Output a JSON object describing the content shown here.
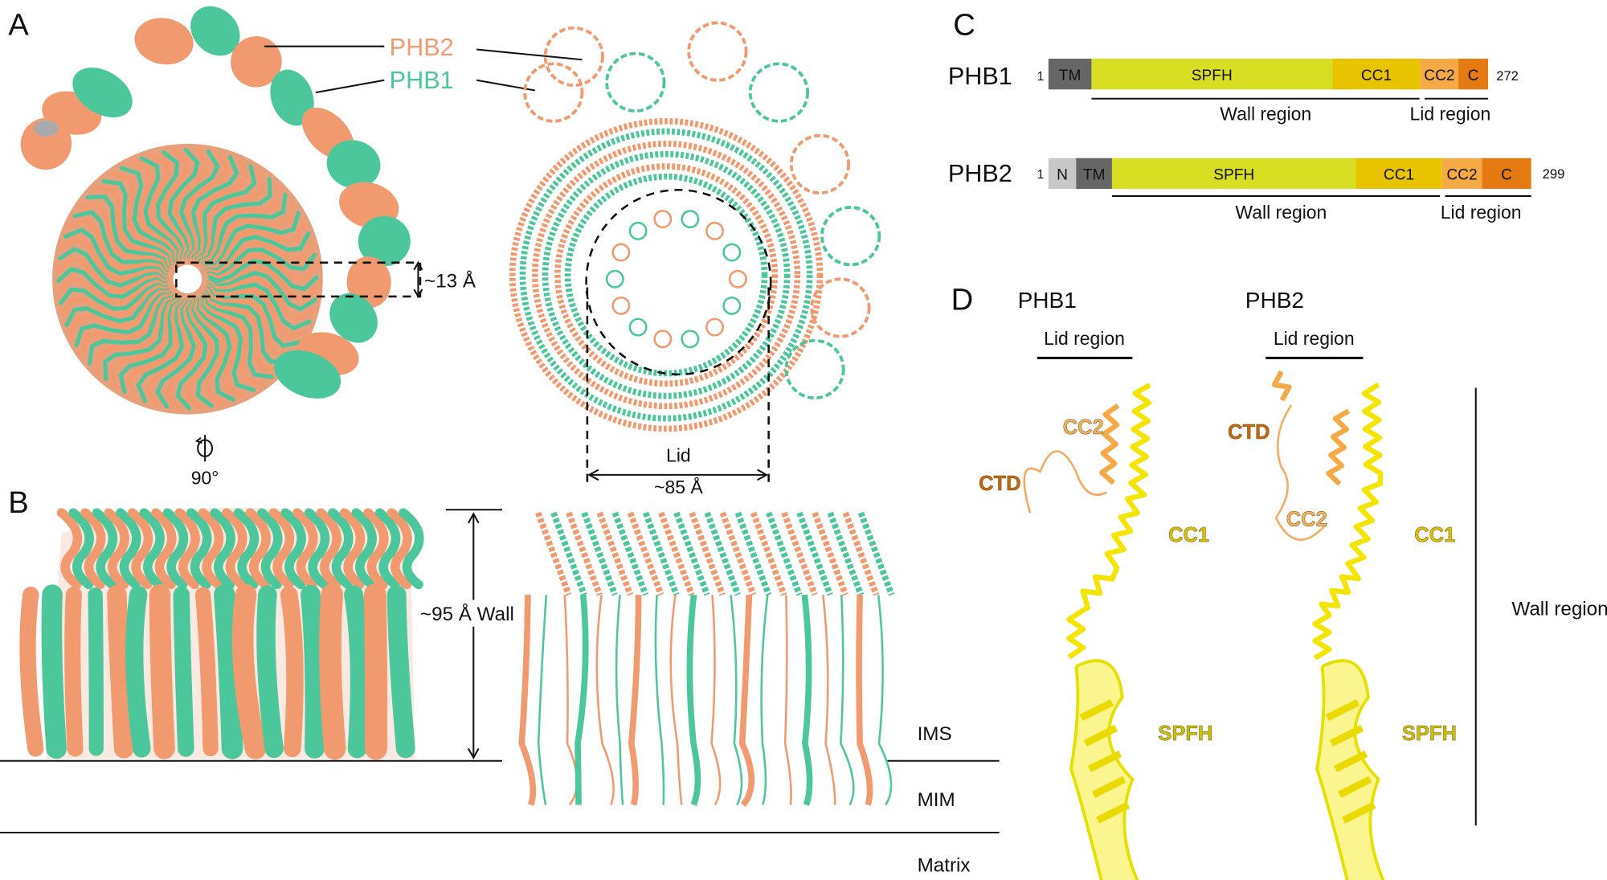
{
  "panels": {
    "a": {
      "letter": "A",
      "phb2_label": "PHB2",
      "phb1_label": "PHB1",
      "pore_label": "~13 Å",
      "rotation_label": "90°"
    },
    "b": {
      "letter": "B",
      "wall_label": "~95 Å Wall",
      "lid_label": "Lid",
      "lid_size": "~85 Å",
      "ims": "IMS",
      "mim": "MIM",
      "matrix": "Matrix"
    },
    "c": {
      "letter": "C",
      "proteins": [
        {
          "name": "PHB1",
          "start": "1",
          "end": "272",
          "domains": [
            {
              "label": "TM"
            },
            {
              "label": "SPFH"
            },
            {
              "label": "CC1"
            },
            {
              "label": "CC2"
            },
            {
              "label": "C"
            }
          ],
          "wall_label": "Wall region",
          "lid_label": "Lid region"
        },
        {
          "name": "PHB2",
          "start": "1",
          "end": "299",
          "domains": [
            {
              "label": "N"
            },
            {
              "label": "TM"
            },
            {
              "label": "SPFH"
            },
            {
              "label": "CC1"
            },
            {
              "label": "CC2"
            },
            {
              "label": "C"
            }
          ],
          "wall_label": "Wall region",
          "lid_label": "Lid region"
        }
      ]
    },
    "d": {
      "letter": "D",
      "phb1": {
        "title": "PHB1",
        "lid": "Lid region",
        "cc2": "CC2",
        "ctd": "CTD",
        "cc1": "CC1",
        "spfh": "SPFH"
      },
      "phb2": {
        "title": "PHB2",
        "lid": "Lid region",
        "ctd": "CTD",
        "cc2": "CC2",
        "cc1": "CC1",
        "spfh": "SPFH"
      },
      "wall_label": "Wall region"
    }
  },
  "colors": {
    "phb1": "#4cc79b",
    "phb2": "#f19a6f",
    "tm": "#666666",
    "n": "#c8c8c8",
    "spfh": "#d8df22",
    "cc1": "#e8c300",
    "cc2": "#f5aa45",
    "c": "#e57a12",
    "helix": "#f5e400"
  }
}
